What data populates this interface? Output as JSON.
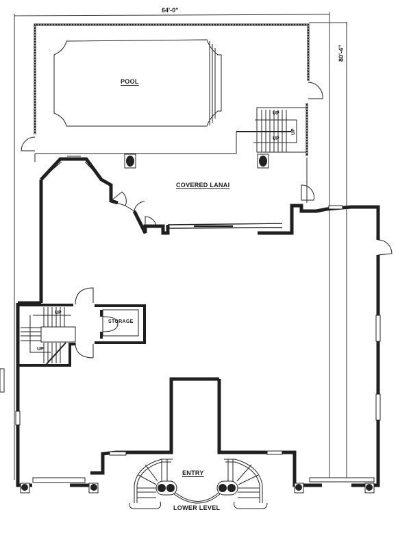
{
  "plan": {
    "type": "architectural floor plan",
    "dimensions": {
      "width_label": "64'-0\"",
      "depth_label": "80'-4\""
    },
    "rooms": {
      "pool": "POOL",
      "covered_lanai": "COVERED LANAI",
      "storage": "STORAGE",
      "entry": "ENTRY",
      "lower_level": "LOWER LEVEL"
    },
    "stair_labels": {
      "pool_stair_upper": "UP",
      "pool_stair_lower": "UP",
      "pool_stair_side": "UP",
      "west_stair_upper": "UP",
      "west_stair_lower": "UP"
    },
    "colors": {
      "wall": "#1f1f1f",
      "line": "#222222",
      "background": "#ffffff"
    }
  }
}
